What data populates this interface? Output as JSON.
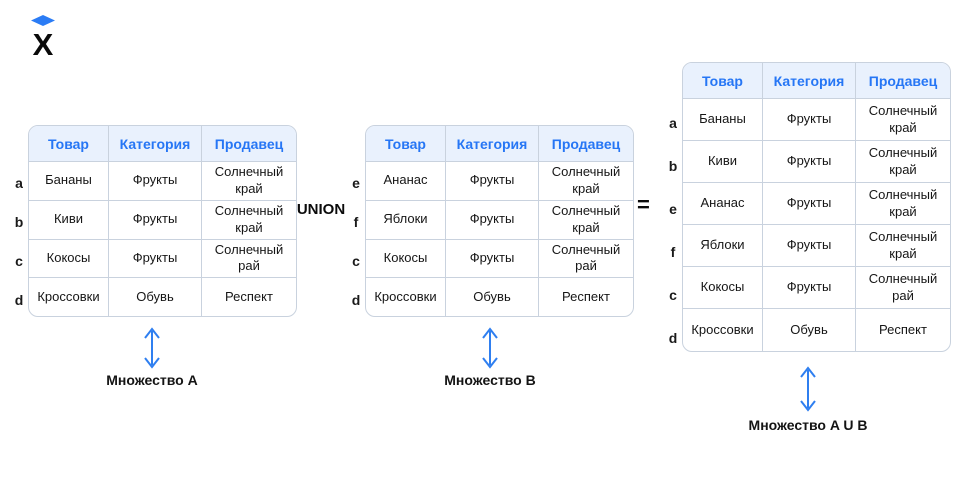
{
  "logo": {
    "name": "practicum-x-logo"
  },
  "operators": {
    "union": "UNION",
    "equals": "="
  },
  "columns": [
    "Товар",
    "Категория",
    "Продавец"
  ],
  "table_a": {
    "caption": "Множество A",
    "rows": [
      {
        "label": "a",
        "cells": [
          "Бананы",
          "Фрукты",
          "Солнечный край"
        ]
      },
      {
        "label": "b",
        "cells": [
          "Киви",
          "Фрукты",
          "Солнечный край"
        ]
      },
      {
        "label": "c",
        "cells": [
          "Кокосы",
          "Фрукты",
          "Солнечный рай"
        ]
      },
      {
        "label": "d",
        "cells": [
          "Кроссовки",
          "Обувь",
          "Респект"
        ]
      }
    ]
  },
  "table_b": {
    "caption": "Множество B",
    "rows": [
      {
        "label": "e",
        "cells": [
          "Ананас",
          "Фрукты",
          "Солнечный край"
        ]
      },
      {
        "label": "f",
        "cells": [
          "Яблоки",
          "Фрукты",
          "Солнечный край"
        ]
      },
      {
        "label": "c",
        "cells": [
          "Кокосы",
          "Фрукты",
          "Солнечный рай"
        ]
      },
      {
        "label": "d",
        "cells": [
          "Кроссовки",
          "Обувь",
          "Респект"
        ]
      }
    ]
  },
  "table_result": {
    "caption": "Множество A U B",
    "rows": [
      {
        "label": "a",
        "cells": [
          "Бананы",
          "Фрукты",
          "Солнечный край"
        ]
      },
      {
        "label": "b",
        "cells": [
          "Киви",
          "Фрукты",
          "Солнечный край"
        ]
      },
      {
        "label": "e",
        "cells": [
          "Ананас",
          "Фрукты",
          "Солнечный край"
        ]
      },
      {
        "label": "f",
        "cells": [
          "Яблоки",
          "Фрукты",
          "Солнечный край"
        ]
      },
      {
        "label": "c",
        "cells": [
          "Кокосы",
          "Фрукты",
          "Солнечный рай"
        ]
      },
      {
        "label": "d",
        "cells": [
          "Кроссовки",
          "Обувь",
          "Респект"
        ]
      }
    ]
  },
  "colors": {
    "header_bg": "#e9f1fd",
    "header_text": "#2676f5",
    "border": "#c9d2de",
    "arrow": "#2f7ff0",
    "logo_accent": "#2b7cf5"
  }
}
